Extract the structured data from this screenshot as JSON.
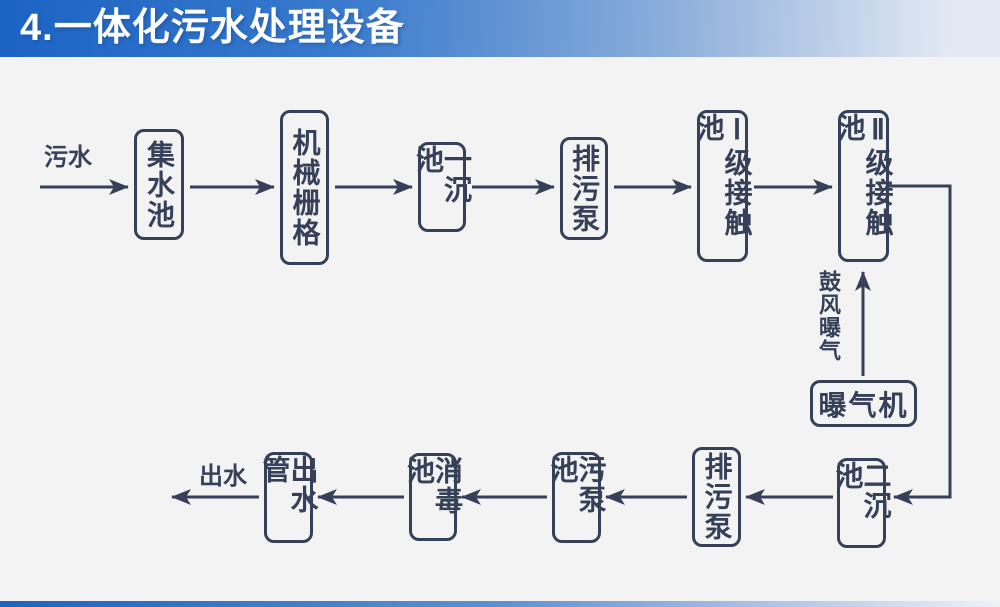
{
  "slide": {
    "title": "4.一体化污水处理设备"
  },
  "colors": {
    "accent_blue": "#1b63c4",
    "header_fade": "#e3e9f3",
    "ink": "#364159",
    "background": "#f3f3f4",
    "title_text": "#ffffff"
  },
  "flowchart": {
    "inflow_label": "污水",
    "outflow_label": "出水",
    "blast_aeration_label": "鼓风曝气",
    "top_row": [
      {
        "label": "集水池"
      },
      {
        "label": "机械栅格"
      },
      {
        "label": "一沉池"
      },
      {
        "label": "排污泵"
      },
      {
        "label": "Ⅰ级接触池"
      },
      {
        "label": "Ⅱ级接触池"
      }
    ],
    "aerator": {
      "label": "曝气机"
    },
    "bottom_row": [
      {
        "label": "二沉池"
      },
      {
        "label": "排污泵"
      },
      {
        "label": "污泵池"
      },
      {
        "label": "消毒池"
      },
      {
        "label": "出水管"
      }
    ]
  }
}
